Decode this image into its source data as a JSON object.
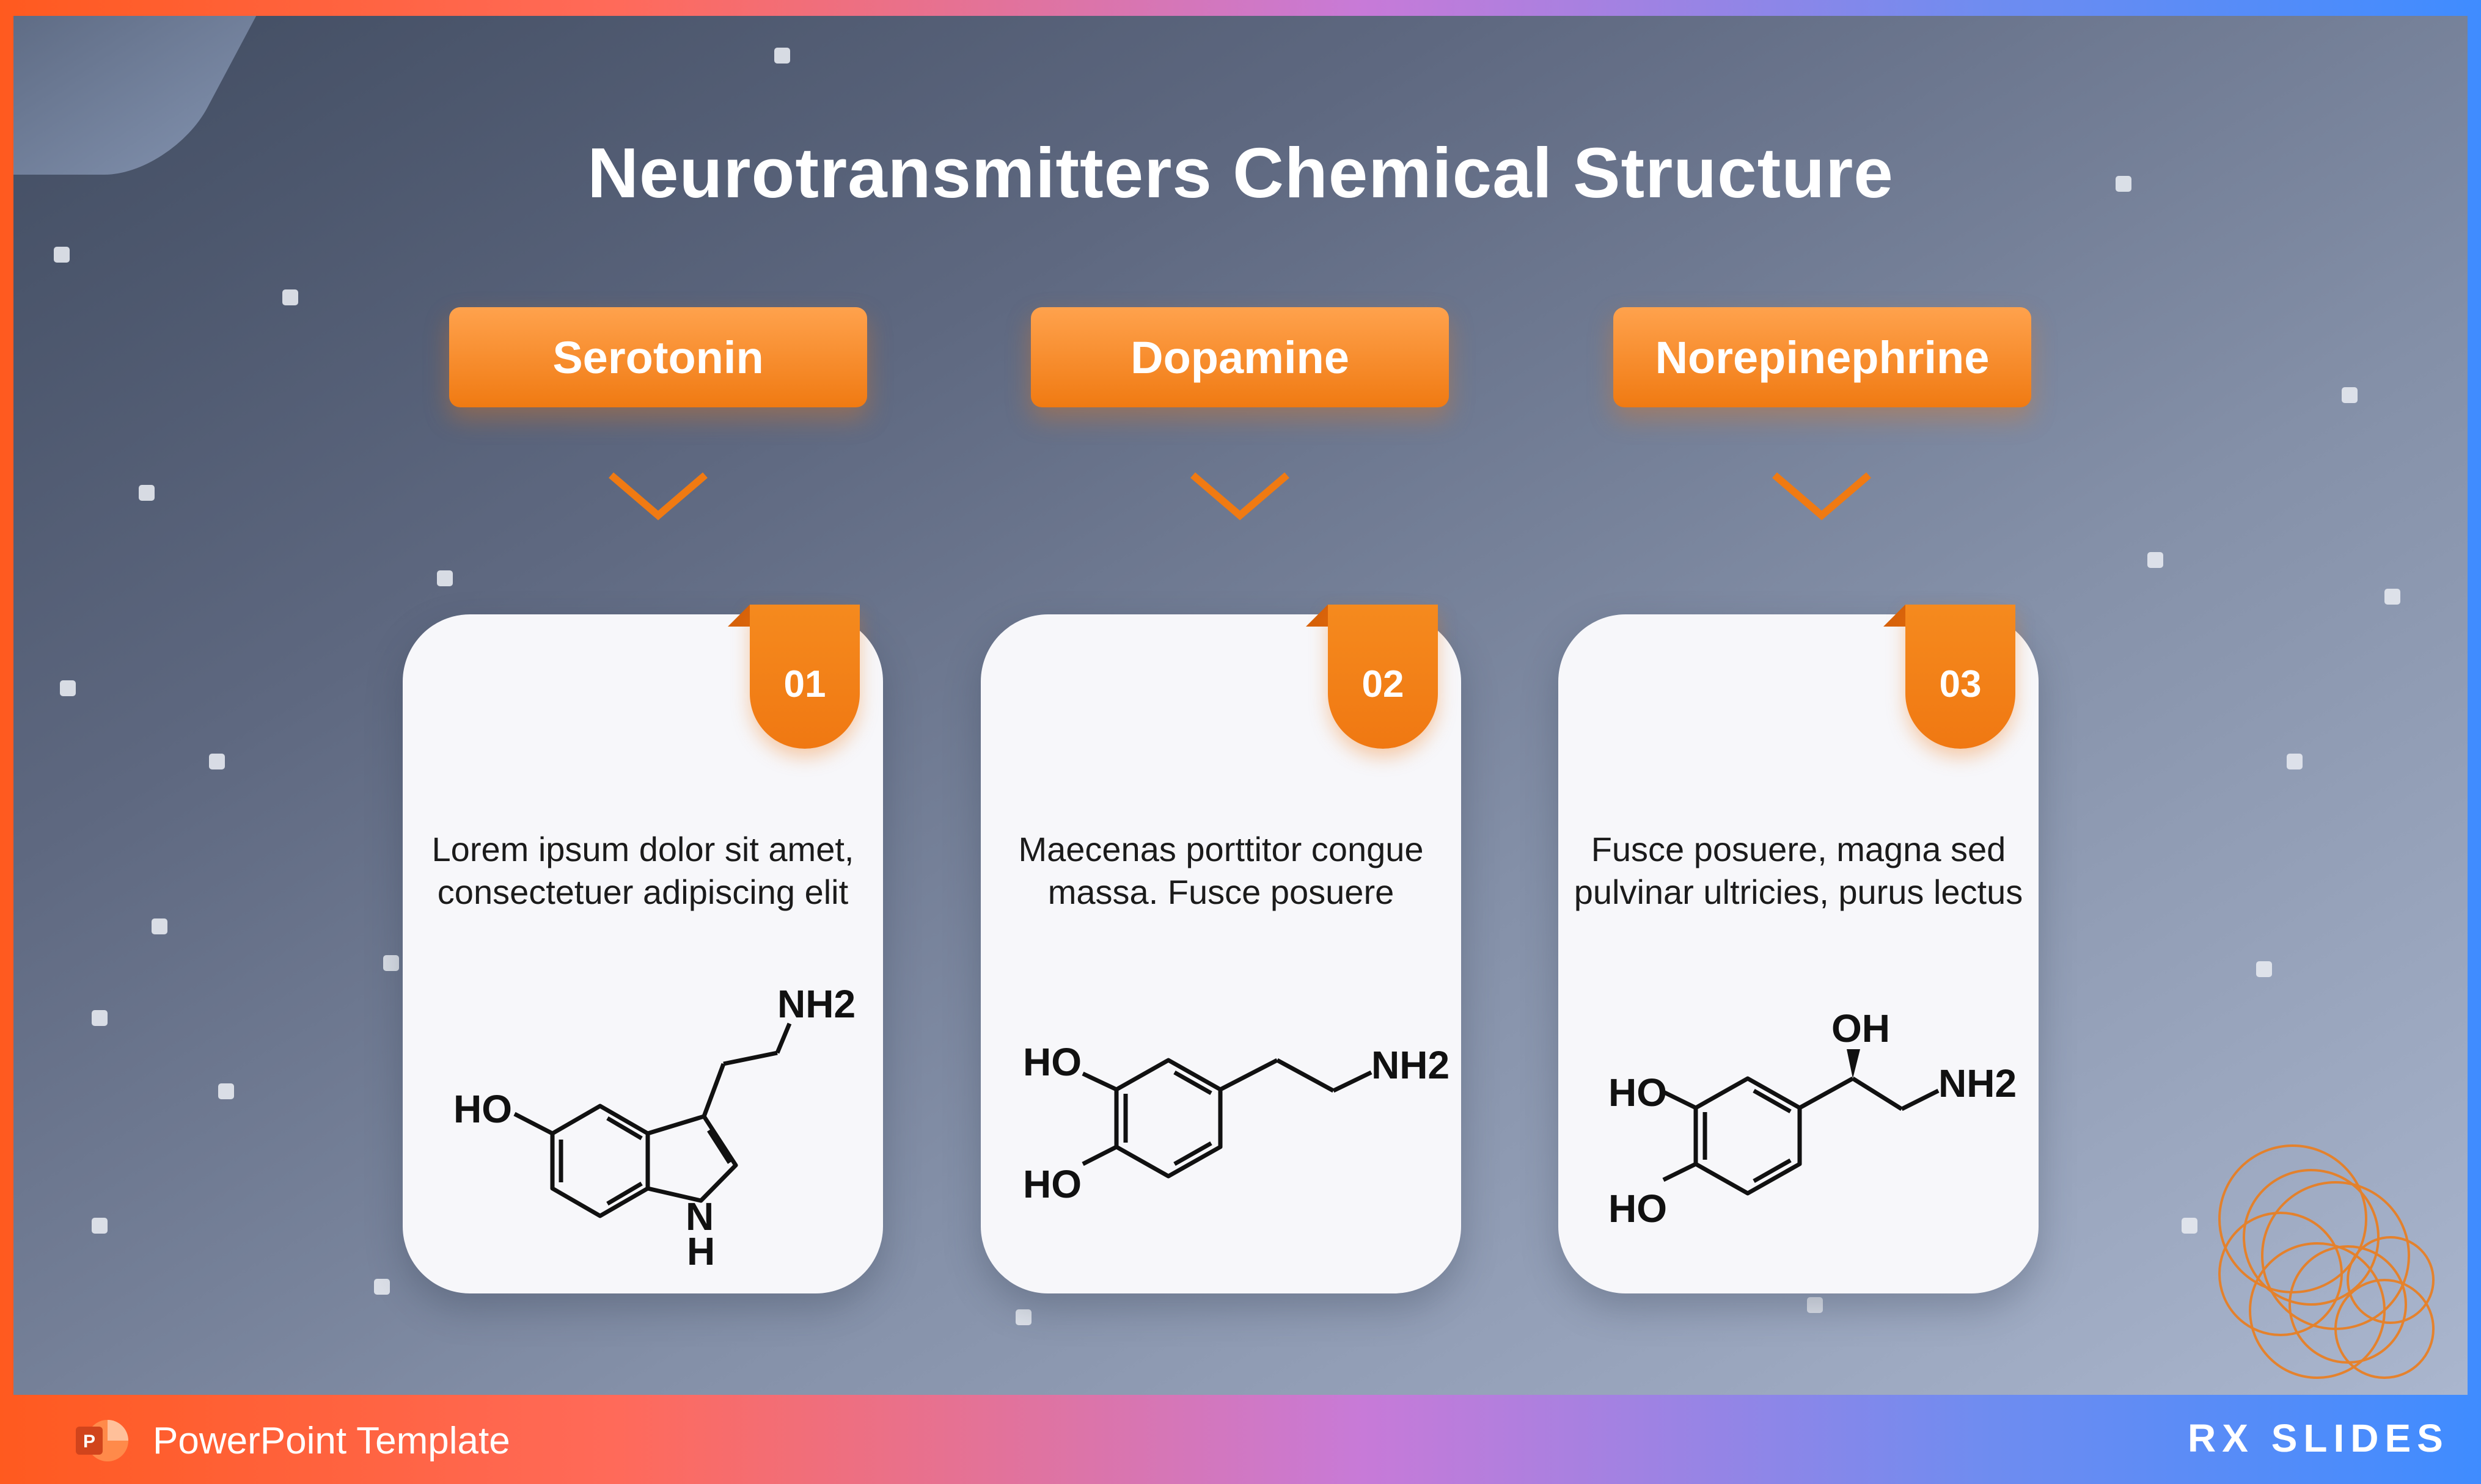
{
  "slide": {
    "title": "Neurotransmitters Chemical Structure",
    "columns": [
      {
        "header": "Serotonin",
        "number": "01",
        "description": "Lorem ipsum dolor sit amet, consectetuer adipiscing elit",
        "molecule_labels": [
          "NH2",
          "HO",
          "N",
          "H"
        ]
      },
      {
        "header": "Dopamine",
        "number": "02",
        "description": "Maecenas porttitor congue massa. Fusce posuere",
        "molecule_labels": [
          "HO",
          "HO",
          "NH2"
        ]
      },
      {
        "header": "Norepinephrine",
        "number": "03",
        "description": "Fusce posuere, magna sed pulvinar ultricies, purus lectus",
        "molecule_labels": [
          "OH",
          "HO",
          "HO",
          "NH2"
        ]
      }
    ]
  },
  "footer": {
    "app_icon": "powerpoint-icon",
    "label": "PowerPoint Template",
    "brand": "RX SLIDES"
  },
  "colors": {
    "accent_orange": "#f07a12",
    "card_bg": "#f7f7fa",
    "title_text": "#ffffff"
  }
}
